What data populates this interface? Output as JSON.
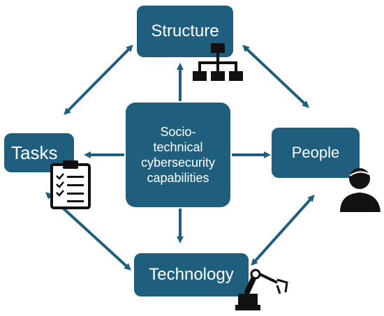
{
  "diagram": {
    "nodes": {
      "structure": "Structure",
      "tasks": "Tasks",
      "people": "People",
      "technology": "Technology",
      "center": "Socio-technical cybersecurity capabilities"
    },
    "colors": {
      "box": "#1f5f7d",
      "arrow": "#1f5f7d",
      "icon": "#111111"
    },
    "icons": {
      "structure": "org-chart-icon",
      "tasks": "clipboard-checklist-icon",
      "people": "person-icon",
      "technology": "robot-arm-icon"
    }
  }
}
